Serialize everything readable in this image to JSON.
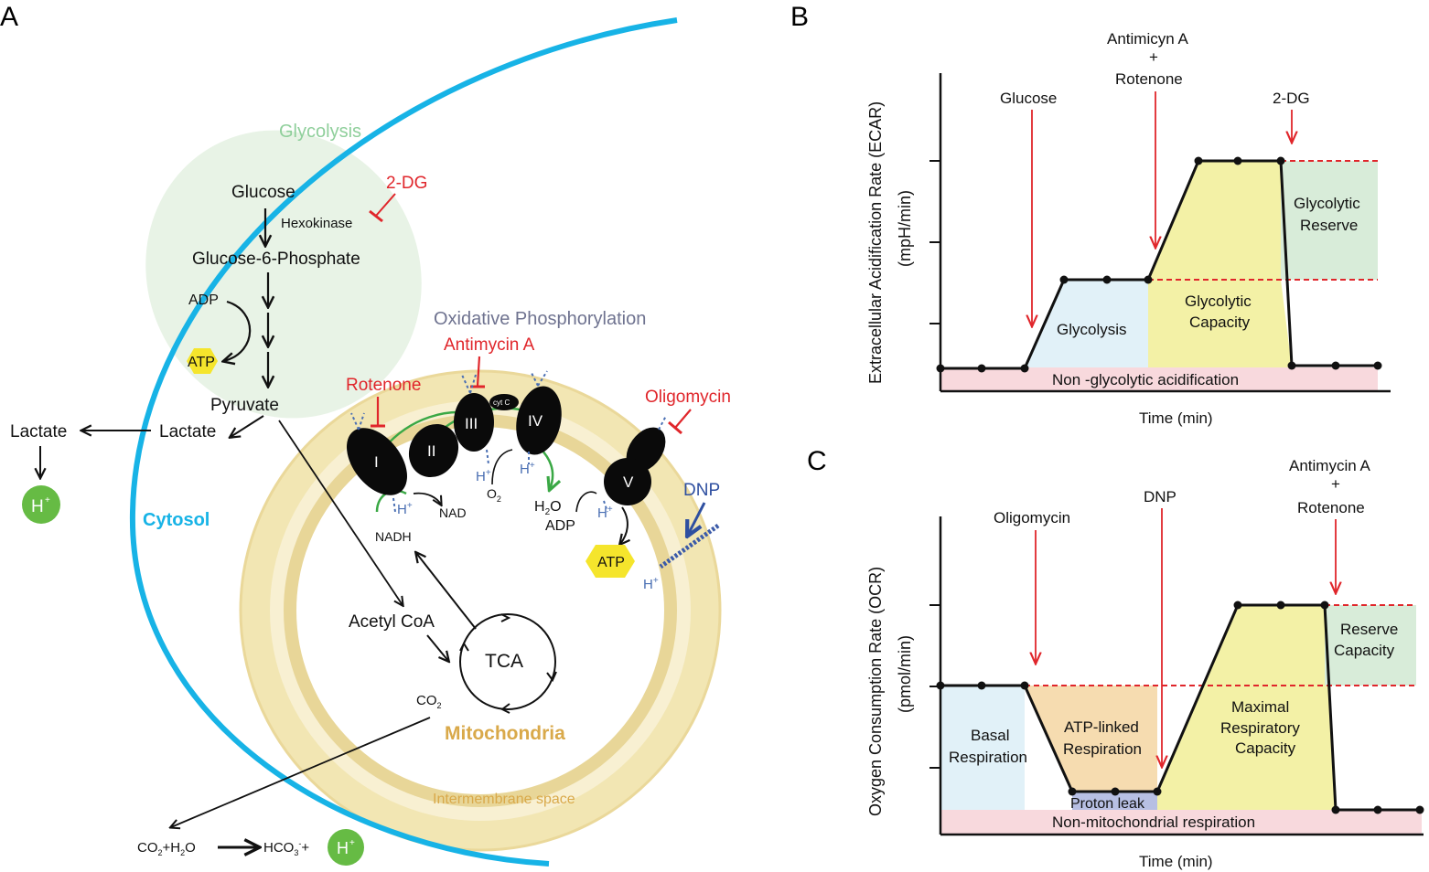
{
  "panel_a": {
    "letter": "A",
    "glycolysis_title": "Glycolysis",
    "glucose": "Glucose",
    "hexokinase": "Hexokinase",
    "inhibitor_2dg": "2-DG",
    "g6p": "Glucose-6-Phosphate",
    "adp": "ADP",
    "atp": "ATP",
    "pyruvate": "Pyruvate",
    "lactate_inner": "Lactate",
    "lactate_outer": "Lactate",
    "h_plus": "H",
    "plus_sup": "+",
    "cytosol": "Cytosol",
    "oxphos_title": "Oxidative Phosphorylation",
    "antimycin": "Antimycin A",
    "rotenone": "Rotenone",
    "oligomycin": "Oligomycin",
    "complex_i": "I",
    "complex_ii": "II",
    "complex_iii": "III",
    "complex_iv": "IV",
    "complex_v": "V",
    "cyt_c": "cyt C",
    "nad": "NAD",
    "nadh": "NADH",
    "o2_base": "O",
    "o2_sub": "2",
    "h2o": "H",
    "h2o_sub": "2",
    "h2o_o": "O",
    "adp_mito": "ADP",
    "atp_mito": "ATP",
    "dnp": "DNP",
    "acetyl_coa": "Acetyl CoA",
    "tca": "TCA",
    "co2": "CO",
    "co2_sub": "2",
    "mitochondria": "Mitochondria",
    "intermembrane": "Intermembrane space",
    "eq_left": "CO",
    "eq_left_sub": "2",
    "eq_left_rest": "+H",
    "eq_left_sub2": "2",
    "eq_left_o": "O",
    "eq_right": "HCO",
    "eq_right_sub": "3",
    "eq_right_sup": "-",
    "eq_plus": "+"
  },
  "panel_b": {
    "letter": "B",
    "ylabel_line1": "Extracellular Acidification Rate (ECAR)",
    "ylabel_line2": "(mpH/min)",
    "xlabel": "Time (min)",
    "glucose": "Glucose",
    "antimycin_1": "Antimicyn A",
    "antimycin_2": "+",
    "antimycin_3": "Rotenone",
    "dg": "2-DG",
    "glycolysis": "Glycolysis",
    "capacity_1": "Glycolytic",
    "capacity_2": "Capacity",
    "reserve_1": "Glycolytic",
    "reserve_2": "Reserve",
    "non_glyco": "Non -glycolytic acidification"
  },
  "panel_c": {
    "letter": "C",
    "ylabel_line1": "Oxygen Consumption Rate (OCR)",
    "ylabel_line2": "(pmol/min)",
    "xlabel": "Time (min)",
    "oligomycin": "Oligomycin",
    "dnp": "DNP",
    "antimycin_1": "Antimycin A",
    "antimycin_2": "+",
    "antimycin_3": "Rotenone",
    "basal_1": "Basal",
    "basal_2": "Respiration",
    "atp_1": "ATP-linked",
    "atp_2": "Respiration",
    "proton_leak": "Proton leak",
    "maximal_1": "Maximal",
    "maximal_2": "Respiratory",
    "maximal_3": "Capacity",
    "reserve_1": "Reserve",
    "reserve_2": "Capacity",
    "non_mito": "Non-mitochondrial respiration"
  },
  "colors": {
    "red": "#e0262b",
    "cytosol_blue": "#17b3e6",
    "glyco_bg": "#e8f3e6",
    "glyco_text": "#8fcf9b",
    "mito_gold": "#d9a94a",
    "mito_ring": "#f2e6b3",
    "oxphos_grey": "#6f7390",
    "proton_blue": "#4a6fb3",
    "h_green": "#66bb44",
    "atp_yellow": "#f5e52c",
    "pink": "#f8d9dd",
    "light_blue": "#e1f1f8",
    "yellow_fill": "#f3f1a6",
    "green_fill": "#d8ecd9",
    "orange_fill": "#f6dcb0",
    "leak_blue": "#b7bfe3"
  }
}
